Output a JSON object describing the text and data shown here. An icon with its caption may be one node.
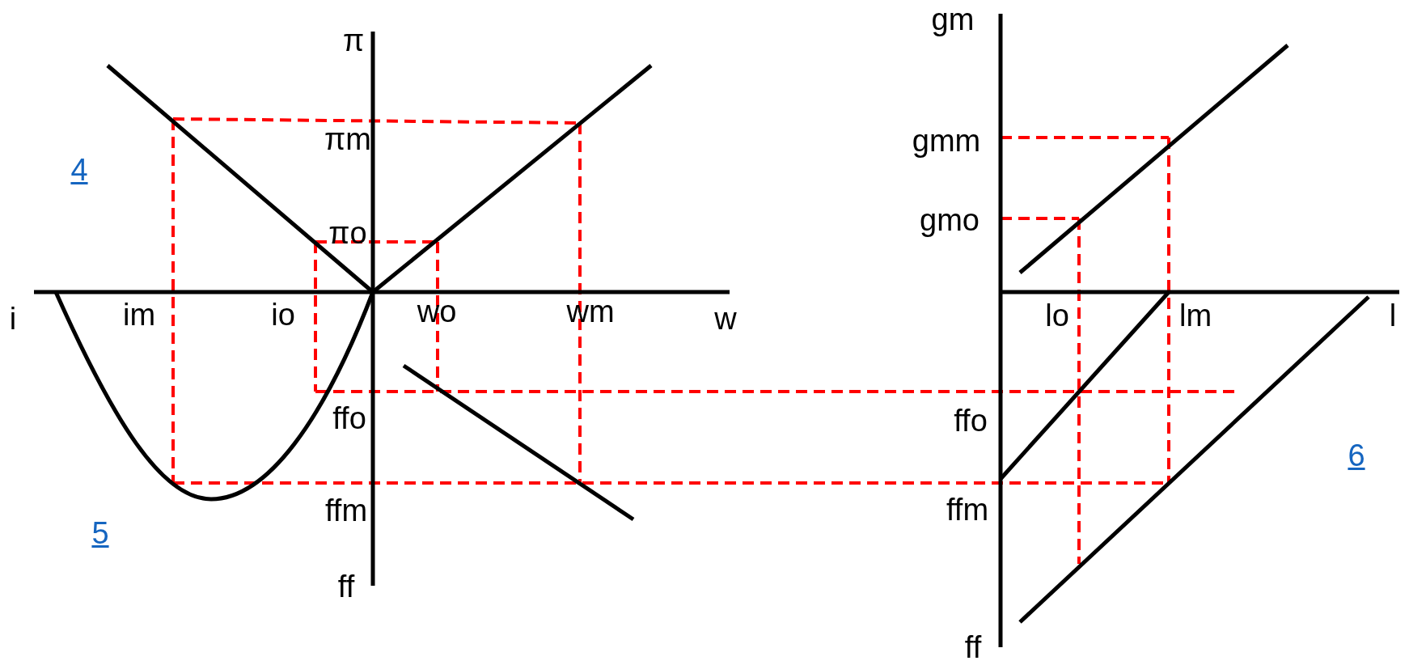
{
  "diagram": {
    "labels": [
      "π",
      "gm",
      "πm",
      "gmm",
      "4",
      "πo",
      "gmo",
      "i",
      "im",
      "io",
      "wo",
      "wm",
      "w",
      "lo",
      "lm",
      "l",
      "ffo",
      "ffo",
      "6",
      "ffm",
      "ffm",
      "5",
      "ff",
      "ff"
    ]
  }
}
